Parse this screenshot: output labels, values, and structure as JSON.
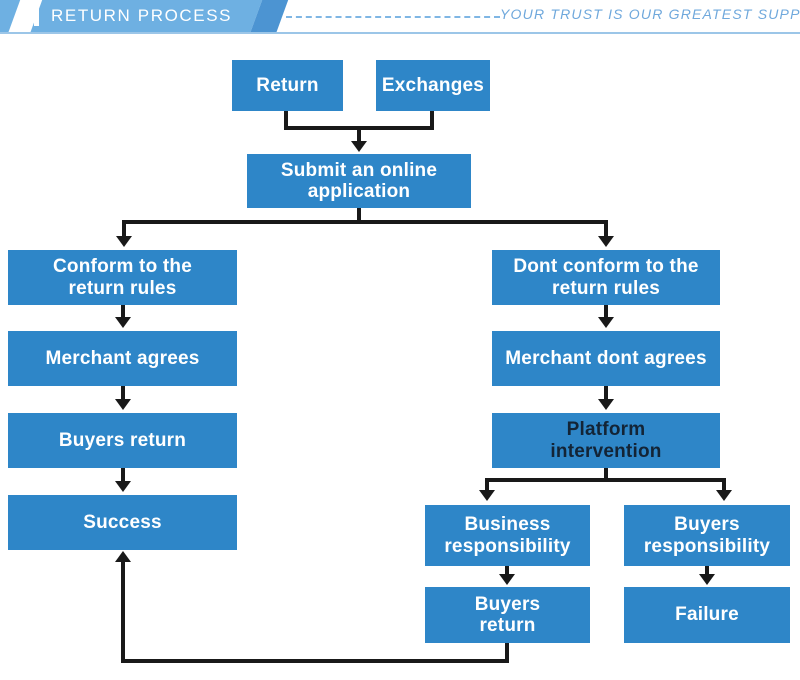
{
  "header": {
    "title": "RETURN PROCESS",
    "tagline": "YOUR TRUST IS OUR GREATEST SUPPORT",
    "bar_color": "#6EB0E2",
    "accent_color": "#4C94D2",
    "tagline_color": "#6FA8DC"
  },
  "theme": {
    "node_fill": "#2E86C8",
    "node_text": "#FFFFFF",
    "node_text_dark": "#132436",
    "connector": "#191919",
    "background": "#FFFFFF"
  },
  "flow": {
    "type": "flowchart",
    "nodes": [
      {
        "id": "return",
        "label": "Return",
        "text_color": "white"
      },
      {
        "id": "exchanges",
        "label": "Exchanges",
        "text_color": "white"
      },
      {
        "id": "submit",
        "label": "Submit an online\napplication",
        "text_color": "white"
      },
      {
        "id": "conform",
        "label": "Conform to the\nreturn rules",
        "text_color": "white"
      },
      {
        "id": "dont-conform",
        "label": "Dont conform to the\nreturn rules",
        "text_color": "white"
      },
      {
        "id": "merchant-agrees",
        "label": "Merchant agrees",
        "text_color": "white"
      },
      {
        "id": "merchant-dont",
        "label": "Merchant dont agrees",
        "text_color": "white"
      },
      {
        "id": "buyers-return-left",
        "label": "Buyers return",
        "text_color": "white"
      },
      {
        "id": "platform",
        "label": "Platform\nintervention",
        "text_color": "dark"
      },
      {
        "id": "success",
        "label": "Success",
        "text_color": "white"
      },
      {
        "id": "business-resp",
        "label": "Business\nresponsibility",
        "text_color": "white"
      },
      {
        "id": "buyers-resp",
        "label": "Buyers\nresponsibility",
        "text_color": "white"
      },
      {
        "id": "buyers-return-bot",
        "label": "Buyers\nreturn",
        "text_color": "white"
      },
      {
        "id": "failure",
        "label": "Failure",
        "text_color": "white"
      }
    ],
    "edges": [
      {
        "from": "return",
        "to": "submit"
      },
      {
        "from": "exchanges",
        "to": "submit"
      },
      {
        "from": "submit",
        "to": "conform"
      },
      {
        "from": "submit",
        "to": "dont-conform"
      },
      {
        "from": "conform",
        "to": "merchant-agrees"
      },
      {
        "from": "merchant-agrees",
        "to": "buyers-return-left"
      },
      {
        "from": "buyers-return-left",
        "to": "success"
      },
      {
        "from": "dont-conform",
        "to": "merchant-dont"
      },
      {
        "from": "merchant-dont",
        "to": "platform"
      },
      {
        "from": "platform",
        "to": "business-resp"
      },
      {
        "from": "platform",
        "to": "buyers-resp"
      },
      {
        "from": "business-resp",
        "to": "buyers-return-bot"
      },
      {
        "from": "buyers-resp",
        "to": "failure"
      },
      {
        "from": "buyers-return-bot",
        "to": "success"
      }
    ]
  }
}
